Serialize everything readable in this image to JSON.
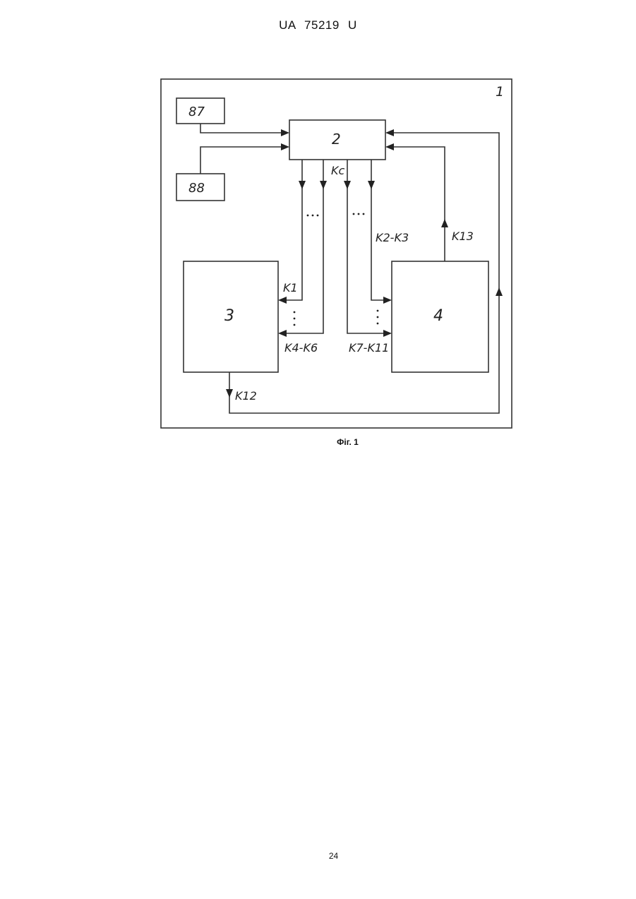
{
  "header": {
    "patent_id": "UA   75219   U"
  },
  "figure": {
    "outer_label": "1",
    "blocks": {
      "block_87": "87",
      "block_88": "88",
      "block_2": "2",
      "block_3": "3",
      "block_4": "4"
    },
    "signals": {
      "kc": "Kc",
      "k1": "K1",
      "k2_k3": "K2-K3",
      "k4_k6": "K4-K6",
      "k7_k11": "K7-K11",
      "k12": "K12",
      "k13": "K13"
    }
  },
  "caption": "Фіг. 1",
  "page_number": "24"
}
